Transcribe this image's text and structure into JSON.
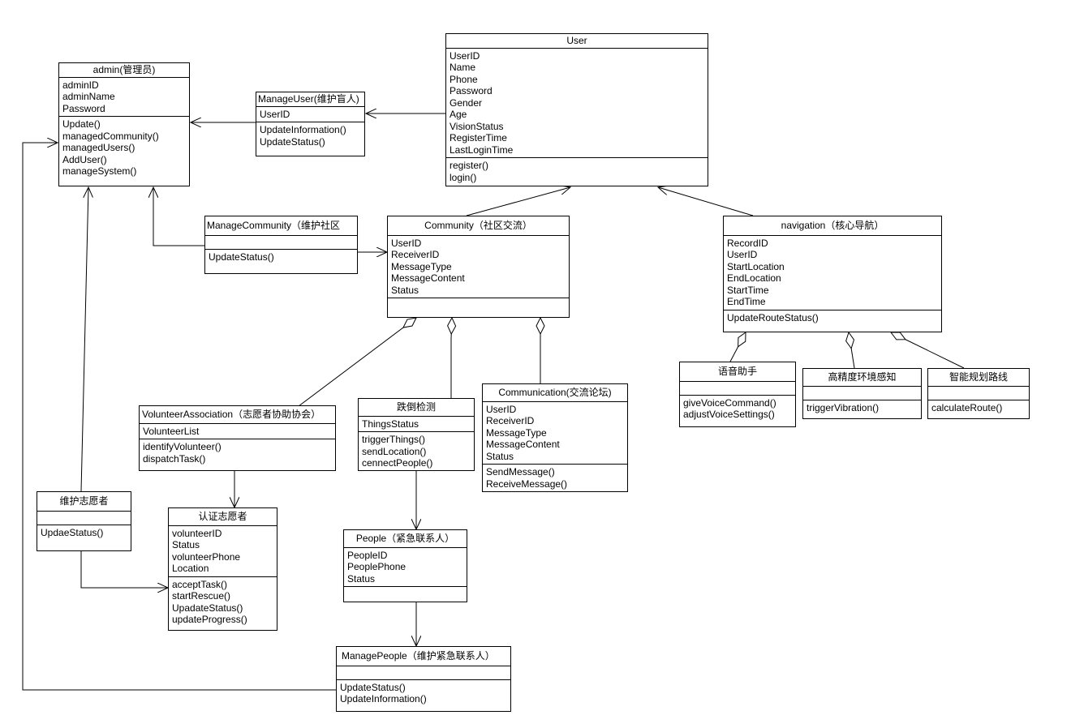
{
  "classes": {
    "user": {
      "name": "User",
      "attributes": [
        "UserID",
        "Name",
        "Phone",
        "Password",
        "Gender",
        "Age",
        "VisionStatus",
        "RegisterTime",
        "LastLoginTime"
      ],
      "methods": [
        "register()",
        "login()"
      ]
    },
    "admin": {
      "name": "admin(管理员)",
      "attributes": [
        "adminID",
        "adminName",
        "Password"
      ],
      "methods": [
        "Update()",
        "managedCommunity()",
        "managedUsers()",
        "AddUser()",
        "manageSystem()"
      ]
    },
    "manage_user": {
      "name": "ManageUser(维护盲人)",
      "attributes": [
        "UserID"
      ],
      "methods": [
        "UpdateInformation()",
        "UpdateStatus()"
      ]
    },
    "manage_community": {
      "name": "ManageCommunity（维护社区",
      "attributes": [],
      "methods": [
        "UpdateStatus()"
      ]
    },
    "community": {
      "name": "Community（社区交流）",
      "attributes": [
        "UserID",
        "ReceiverID",
        "MessageType",
        "MessageContent",
        "Status"
      ],
      "methods": []
    },
    "navigation": {
      "name": "navigation（核心导航）",
      "attributes": [
        "RecordID",
        "UserID",
        "StartLocation",
        "EndLocation",
        "StartTime",
        "EndTime"
      ],
      "methods": [
        "UpdateRouteStatus()"
      ]
    },
    "voice_assistant": {
      "name": "语音助手",
      "attributes": [],
      "methods": [
        "giveVoiceCommand()",
        "adjustVoiceSettings()"
      ]
    },
    "env_perception": {
      "name": "高精度环境感知",
      "attributes": [],
      "methods": [
        "triggerVibration()"
      ]
    },
    "route_planning": {
      "name": "智能规划路线",
      "attributes": [],
      "methods": [
        "calculateRoute()"
      ]
    },
    "volunteer_association": {
      "name": "VolunteerAssociation（志愿者协助协会）",
      "attributes": [
        "VolunteerList"
      ],
      "methods": [
        "identifyVolunteer()",
        "dispatchTask()"
      ]
    },
    "fall_detection": {
      "name": "跌倒检测",
      "attributes": [
        "ThingsStatus"
      ],
      "methods": [
        "triggerThings()",
        "sendLocation()",
        "cennectPeople()"
      ]
    },
    "communication": {
      "name": "Communication(交流论坛)",
      "attributes": [
        "UserID",
        "ReceiverID",
        "MessageType",
        "MessageContent",
        "Status"
      ],
      "methods": [
        "SendMessage()",
        "ReceiveMessage()"
      ]
    },
    "maintain_volunteer": {
      "name": "维护志愿者",
      "attributes": [],
      "methods": [
        "UpdaeStatus()"
      ]
    },
    "certified_volunteer": {
      "name": "认证志愿者",
      "attributes": [
        "volunteerID",
        "Status",
        "volunteerPhone",
        "Location"
      ],
      "methods": [
        "acceptTask()",
        "startRescue()",
        "UpadateStatus()",
        "updateProgress()"
      ]
    },
    "people": {
      "name": "People（紧急联系人）",
      "attributes": [
        "PeopleID",
        "PeoplePhone",
        "Status"
      ],
      "methods": []
    },
    "manage_people": {
      "name": "ManagePeople（维护紧急联系人）",
      "attributes": [],
      "methods": [
        "UpdateStatus()",
        "UpdateInformation()"
      ]
    }
  },
  "relationships": [
    {
      "from": "User",
      "to": "ManageUser(维护盲人)",
      "kind": "association"
    },
    {
      "from": "ManageUser(维护盲人)",
      "to": "admin(管理员)",
      "kind": "association"
    },
    {
      "from": "ManageCommunity（维护社区",
      "to": "admin(管理员)",
      "kind": "association"
    },
    {
      "from": "ManageCommunity（维护社区",
      "to": "Community（社区交流）",
      "kind": "association"
    },
    {
      "from": "Community（社区交流）",
      "to": "User",
      "kind": "association"
    },
    {
      "from": "navigation（核心导航）",
      "to": "User",
      "kind": "association"
    },
    {
      "from": "VolunteerAssociation（志愿者协助协会）",
      "to": "Community（社区交流）",
      "kind": "aggregation"
    },
    {
      "from": "跌倒检测",
      "to": "Community（社区交流）",
      "kind": "aggregation"
    },
    {
      "from": "Communication(交流论坛)",
      "to": "Community（社区交流）",
      "kind": "aggregation"
    },
    {
      "from": "语音助手",
      "to": "navigation（核心导航）",
      "kind": "aggregation"
    },
    {
      "from": "高精度环境感知",
      "to": "navigation（核心导航）",
      "kind": "aggregation"
    },
    {
      "from": "智能规划路线",
      "to": "navigation（核心导航）",
      "kind": "aggregation"
    },
    {
      "from": "VolunteerAssociation（志愿者协助协会）",
      "to": "认证志愿者",
      "kind": "association"
    },
    {
      "from": "维护志愿者",
      "to": "admin(管理员)",
      "kind": "association"
    },
    {
      "from": "维护志愿者",
      "to": "认证志愿者",
      "kind": "association"
    },
    {
      "from": "跌倒检测",
      "to": "People（紧急联系人）",
      "kind": "association"
    },
    {
      "from": "People（紧急联系人）",
      "to": "ManagePeople（维护紧急联系人）",
      "kind": "association"
    },
    {
      "from": "ManagePeople（维护紧急联系人）",
      "to": "admin(管理员)",
      "kind": "association"
    }
  ]
}
